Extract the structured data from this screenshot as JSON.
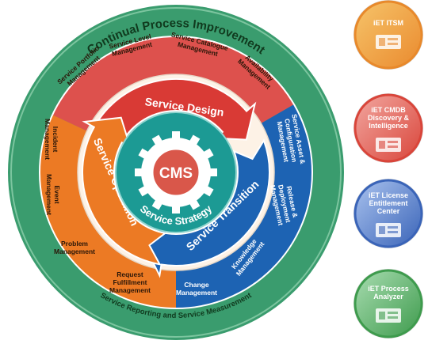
{
  "outer_ring": {
    "top_label": "Continual Process Improvement",
    "bottom_label": "Service Reporting and Service Measurement"
  },
  "processes": {
    "portfolio": [
      "Service Portfolio",
      "Management"
    ],
    "level": [
      "Service Level",
      "Management"
    ],
    "catalogue": [
      "Service Catalogue",
      "Management"
    ],
    "availability": [
      "Availability",
      "Management"
    ],
    "asset": [
      "Service Asset &",
      "Configuration",
      "Management"
    ],
    "release": [
      "Release &",
      "Deployment",
      "Management"
    ],
    "knowledge": [
      "Knowledge",
      "Management"
    ],
    "change": [
      "Change",
      "Management"
    ],
    "request": [
      "Request",
      "Fulfillment",
      "Management"
    ],
    "problem": [
      "Problem",
      "Management"
    ],
    "event": [
      "Event",
      "Management"
    ],
    "incident": [
      "Incident",
      "Management"
    ]
  },
  "arrows": {
    "design": "Service Design",
    "operation": "Service Operation",
    "transition": "Service Transition"
  },
  "core": {
    "strategy": "Service Strategy",
    "cms": "CMS"
  },
  "products": [
    {
      "label": [
        "iET ITSM"
      ],
      "color": "#e8892b"
    },
    {
      "label": [
        "iET CMDB",
        "Discovery &",
        "Intelligence"
      ],
      "color": "#d9453a"
    },
    {
      "label": [
        "iET License",
        "Entitlement",
        "Center"
      ],
      "color": "#3a64b8"
    },
    {
      "label": [
        "iET Process",
        "Analyzer"
      ],
      "color": "#3e9b4d"
    }
  ],
  "colors": {
    "outer_green": "#3a9c6e",
    "design_red": "#d93a35",
    "transition_blue": "#1d63b3",
    "operation_orange": "#ec7a24",
    "strategy_teal": "#1c9a94"
  }
}
